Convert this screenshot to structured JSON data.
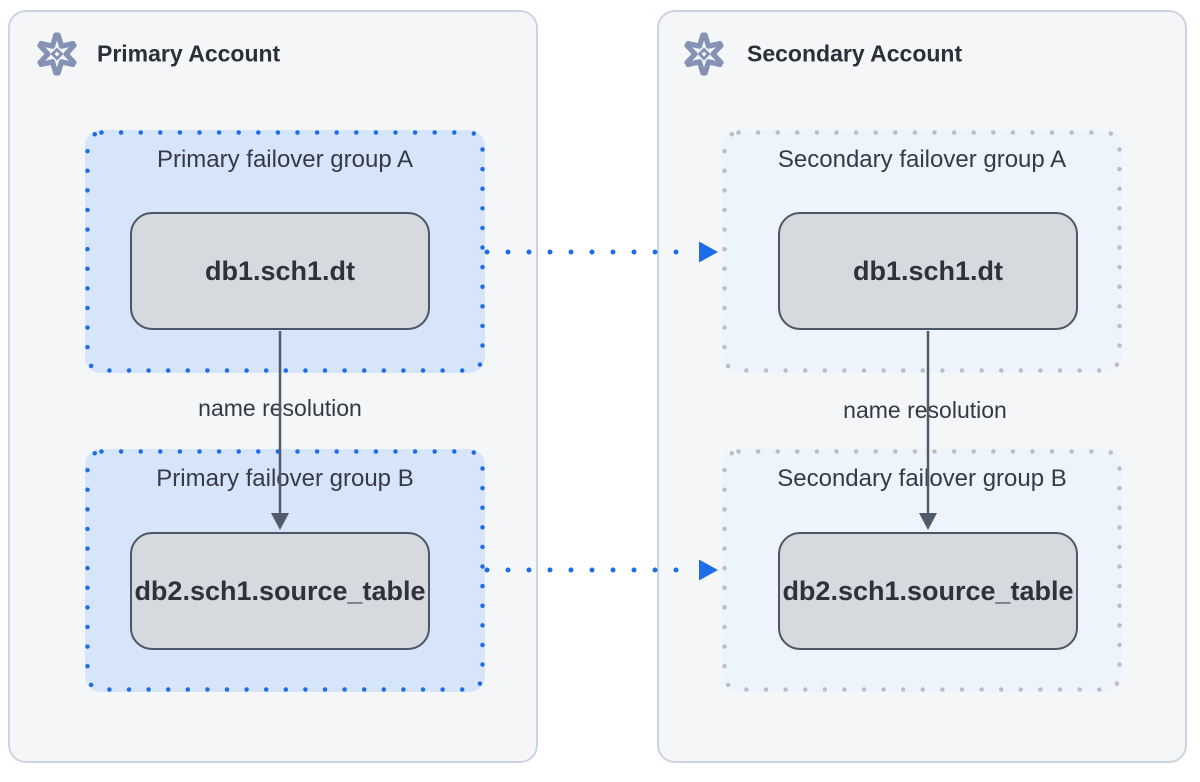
{
  "diagram": {
    "kind": "snowflake-failover-group-replication",
    "panels": [
      {
        "title": "Primary Account",
        "icon": "snowflake-icon"
      },
      {
        "title": "Secondary Account",
        "icon": "snowflake-icon"
      }
    ],
    "groups": [
      {
        "label": "Primary failover group A",
        "account": "primary"
      },
      {
        "label": "Primary failover group B",
        "account": "primary"
      },
      {
        "label": "Secondary failover group A",
        "account": "secondary"
      },
      {
        "label": "Secondary failover group B",
        "account": "secondary"
      }
    ],
    "nodes": [
      {
        "label": "db1.sch1.dt"
      },
      {
        "label": "db2.sch1.source_table"
      },
      {
        "label": "db1.sch1.dt"
      },
      {
        "label": "db2.sch1.source_table"
      }
    ],
    "edge_labels": [
      {
        "text": "name resolution"
      },
      {
        "text": "name resolution"
      }
    ],
    "colors": {
      "panel_bg": "#f5f6f8",
      "panel_border": "#ccd3e0",
      "primary_group_bg": "#d7e5fb",
      "primary_group_dots": "#1f6ce8",
      "secondary_group_bg": "#eef4fc",
      "secondary_group_dots": "#b9bfca",
      "node_bg": "#d6d9de",
      "node_border": "#4d5668",
      "replication_arrow": "#1f6ce8",
      "name_resolution_arrow": "#525b69",
      "snowflake_icon": "#8492b4",
      "text": "#2e333c"
    }
  }
}
